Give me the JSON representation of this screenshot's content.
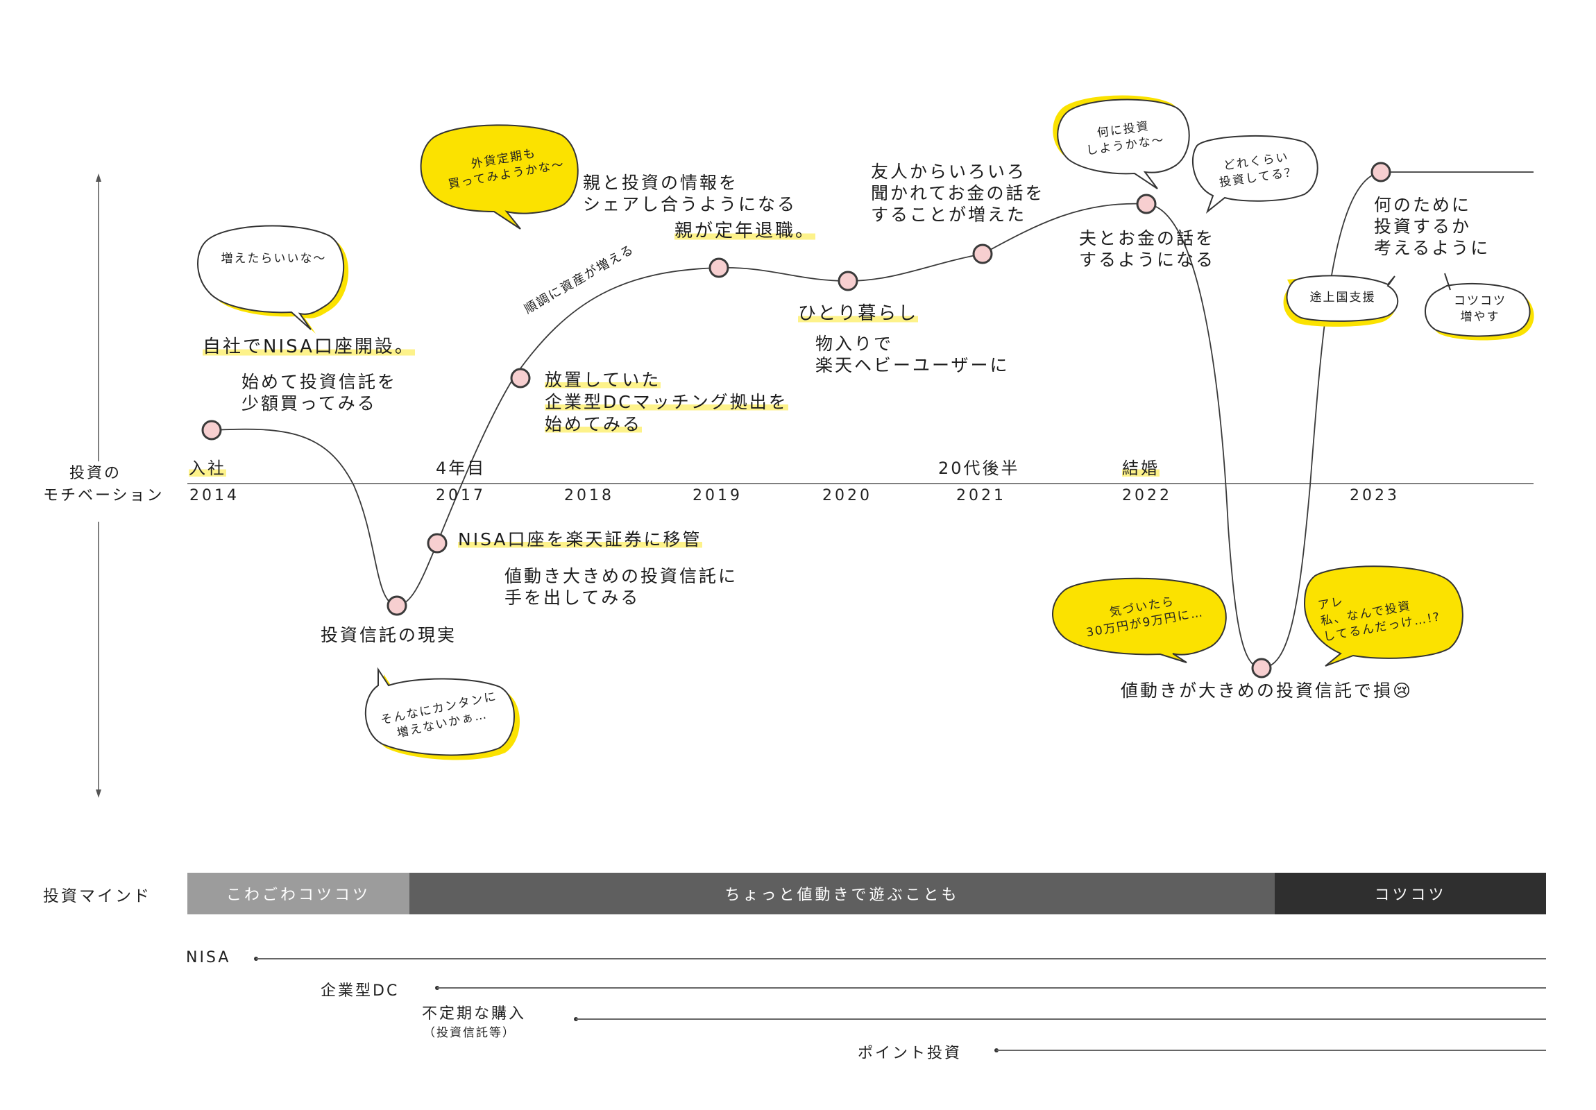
{
  "axis": {
    "y_label_line1": "投資の",
    "y_label_line2": "モチベーション"
  },
  "years": [
    "2014",
    "2017",
    "2018",
    "2019",
    "2020",
    "2021",
    "2022",
    "2023"
  ],
  "eras": {
    "join": "入社",
    "fourth_year": "4年目",
    "late_20s": "20代後半",
    "marriage": "結婚"
  },
  "events": {
    "nisa_open": "自社でNISA口座開設。",
    "first_fund": "始めて投資信託を\n少額買ってみる",
    "reality": "投資信託の現実",
    "nisa_move": "NISA口座を楽天証券に移管",
    "volatile_fund": "値動き大きめの投資信託に\n手を出してみる",
    "dc_line1": "放置していた",
    "dc_line2": "企業型DCマッチング拠出を",
    "dc_line3": "始めてみる",
    "steady": "順調に資産が増える",
    "parents_share": "親と投資の情報を\nシェアし合うようになる",
    "parents_retire": "親が定年退職。",
    "living_alone": "ひとり暮らし",
    "rakuten_user": "物入りで\n楽天ヘビーユーザーに",
    "friends": "友人からいろいろ\n聞かれてお金の話を\nすることが増えた",
    "husband": "夫とお金の話を\nするようになる",
    "loss": "値動きが大きめの投資信託で損😢",
    "purpose": "何のために\n投資するか\n考えるように"
  },
  "bubbles": {
    "increase": "増えたらいいな〜",
    "not_easy": "そんなにカンタンに\n増えないかぁ…",
    "fx_deposit": "外貨定期も\n買ってみようかな〜",
    "what_invest": "何に投資\nしようかな〜",
    "how_much": "どれくらい\n投資してる？",
    "noticed": "気づいたら\n30万円が9万円に…",
    "why": "アレ\n私、なんで投資\nしてるんだっけ…!?",
    "developing": "途上国支援",
    "steady_grow": "コツコツ\n増やす"
  },
  "mind": {
    "label": "投資マインド",
    "phases": [
      "こわごわコツコツ",
      "ちょっと値動きで遊ぶことも",
      "コツコツ"
    ],
    "colors": [
      "#9c9c9c",
      "#5f5f5f",
      "#2f2f2f"
    ]
  },
  "products": {
    "nisa": "NISA",
    "dc": "企業型DC",
    "irregular": "不定期な購入",
    "irregular_sub": "（投資信託等）",
    "points": "ポイント投資"
  },
  "colors": {
    "highlight": "#fdf28a",
    "bubble_yellow": "#fbe200",
    "node_fill": "#f7cfd0",
    "line": "#444444"
  }
}
